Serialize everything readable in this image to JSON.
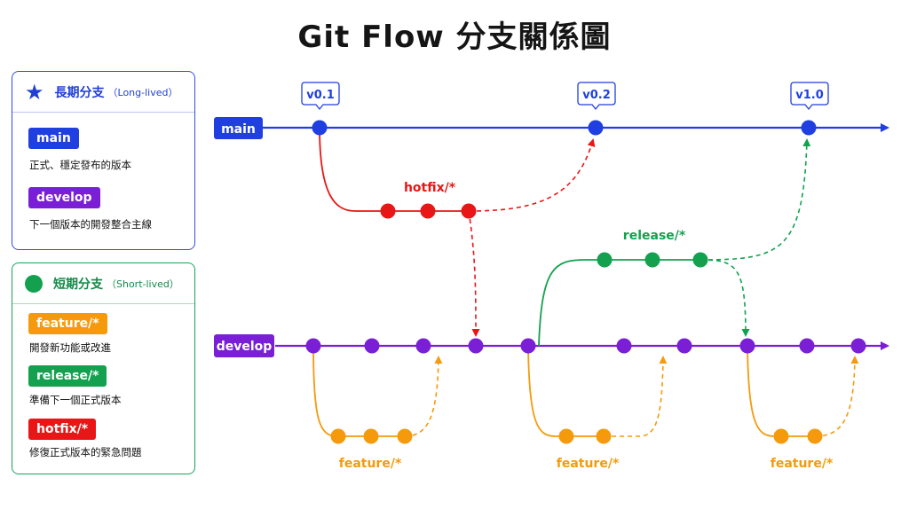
{
  "title": "Git Flow 分支關係圖",
  "colors": {
    "main": "#1f3fe0",
    "develop": "#7a1fd6",
    "feature": "#f59a0c",
    "release": "#13a14f",
    "hotfix": "#e81616"
  },
  "legend": {
    "long": {
      "icon": "star-icon",
      "heading": "長期分支",
      "sub": "（Long-lived）",
      "items": [
        {
          "label": "main",
          "desc": "正式、穩定發布的版本"
        },
        {
          "label": "develop",
          "desc": "下一個版本的開發整合主線"
        }
      ]
    },
    "short": {
      "icon": "circle-icon",
      "heading": "短期分支",
      "sub": "（Short-lived）",
      "items": [
        {
          "label": "feature/*",
          "desc": "開發新功能或改進"
        },
        {
          "label": "release/*",
          "desc": "準備下一個正式版本"
        },
        {
          "label": "hotfix/*",
          "desc": "修復正式版本的緊急問題"
        }
      ]
    }
  },
  "branches": {
    "main": "main",
    "develop": "develop",
    "hotfix": "hotfix/*",
    "release": "release/*",
    "feature": "feature/*"
  },
  "tags": [
    "v0.1",
    "v0.2",
    "v1.0"
  ]
}
